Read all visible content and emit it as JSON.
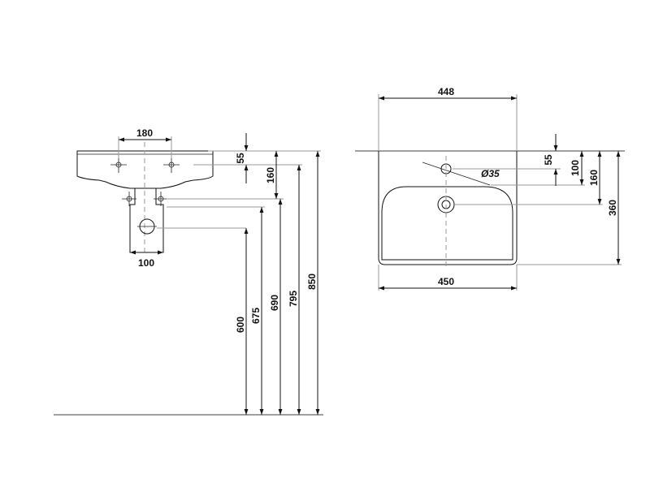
{
  "side_view": {
    "dim_tap_spacing": "180",
    "dim_trap_width": "100",
    "dim_55": "55",
    "dim_160": "160",
    "dim_600": "600",
    "dim_675": "675",
    "dim_690": "690",
    "dim_795": "795",
    "dim_850": "850"
  },
  "top_view": {
    "dim_outer_width": "448",
    "dim_bowl_width": "450",
    "dim_55": "55",
    "dim_100": "100",
    "dim_160": "160",
    "dim_360": "360",
    "dim_hole_diameter": "Ø35"
  }
}
